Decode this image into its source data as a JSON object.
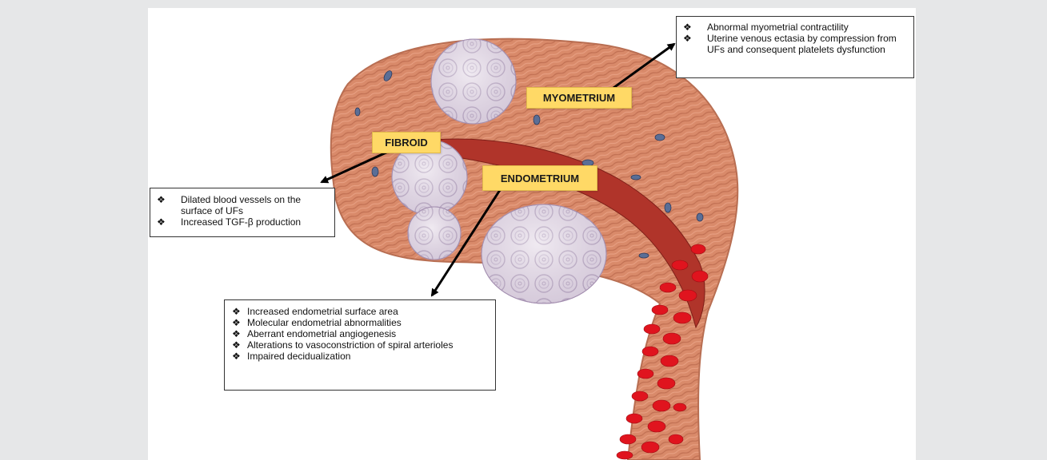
{
  "labels": {
    "myometrium": "MYOMETRIUM",
    "fibroid": "FIBROID",
    "endometrium": "ENDOMETRIUM"
  },
  "bullet_glyph": "❖",
  "notes": {
    "myometrium": [
      "Abnormal myometrial contractility",
      "Uterine venous ectasia by compression from UFs and consequent platelets dysfunction"
    ],
    "fibroid": [
      "Dilated blood vessels on the surface of UFs",
      "Increased TGF-β production"
    ],
    "endometrium": [
      "Increased endometrial surface area",
      "Molecular endometrial abnormalities",
      "Aberrant endometrial angiogenesis",
      "Alterations to vasoconstriction of spiral arterioles",
      "Impaired decidualization"
    ]
  },
  "colors": {
    "background": "#e6e7e8",
    "uterine_tissue": "#d98a6a",
    "cavity": "#b0342a",
    "fibroid": "#e8dde8",
    "blood_cells": "#e0141e",
    "label_fill": "#ffd966"
  }
}
